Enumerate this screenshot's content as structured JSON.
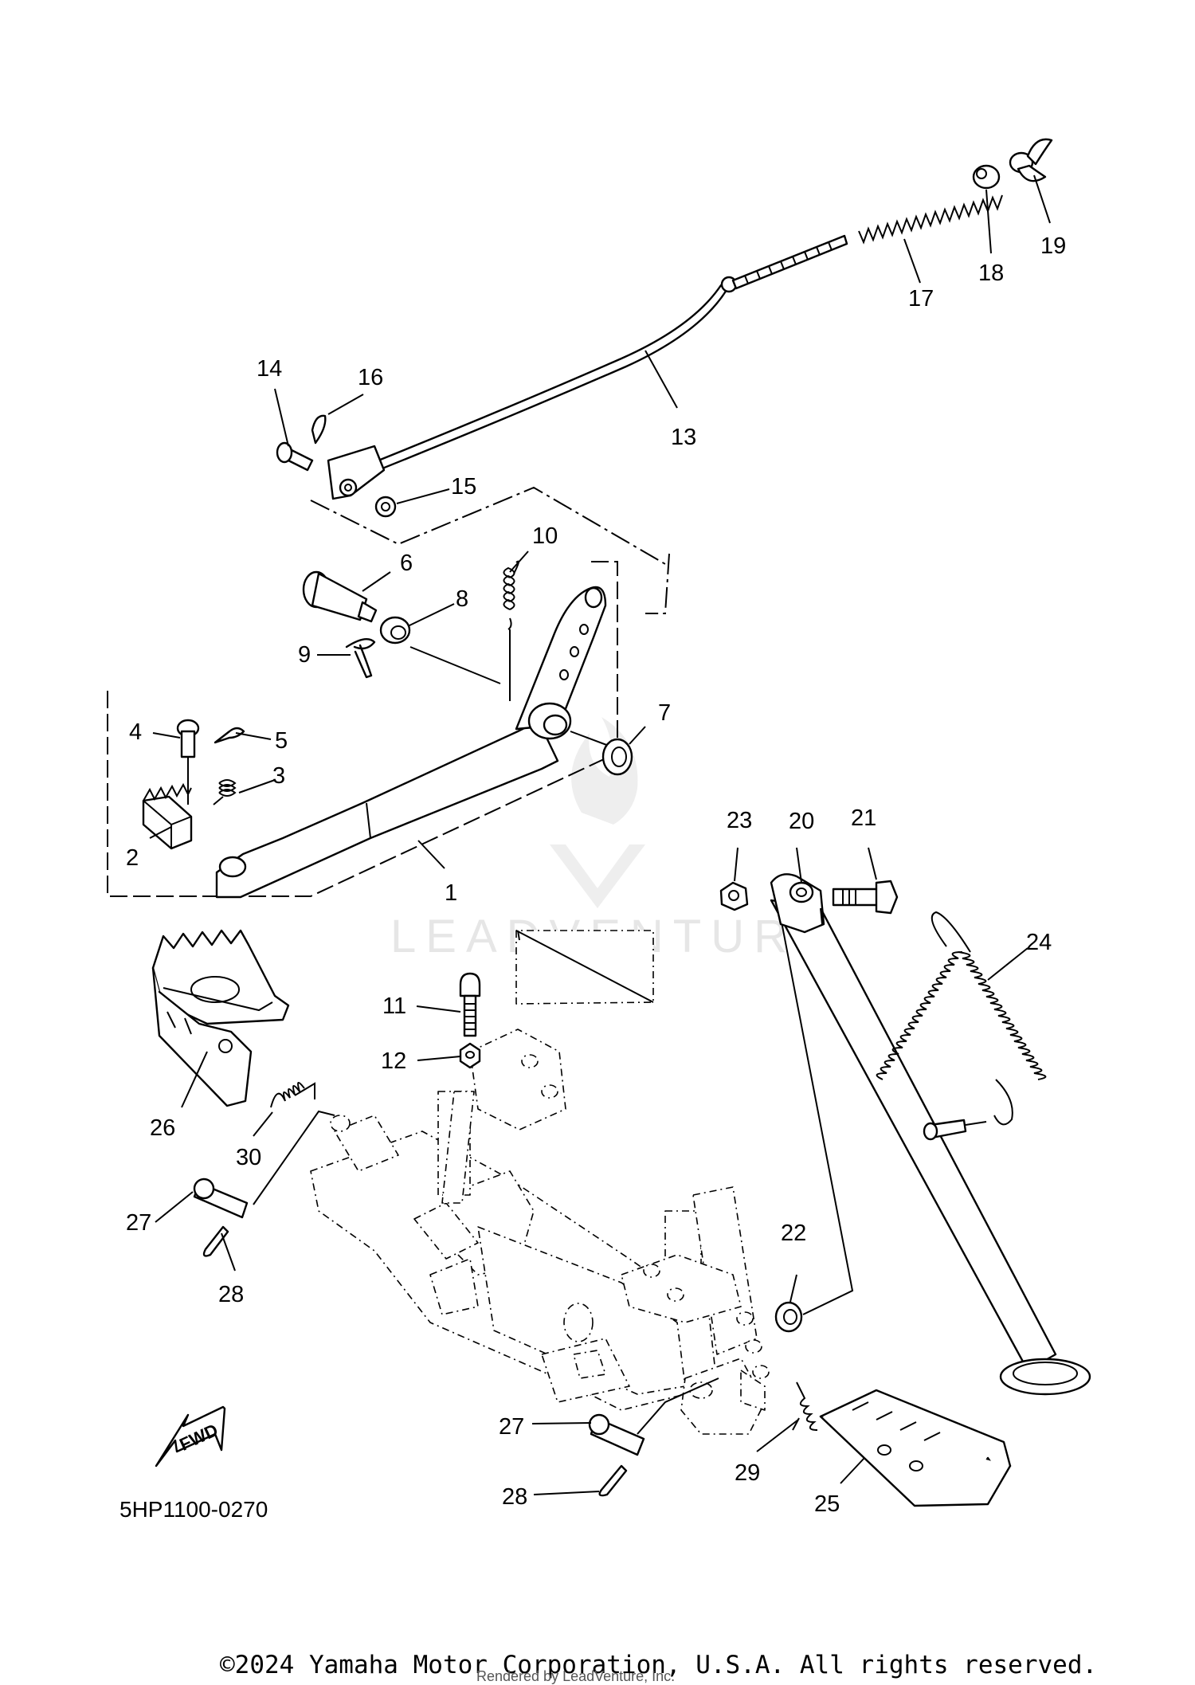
{
  "diagram": {
    "part_numbers": [
      "1",
      "2",
      "3",
      "4",
      "5",
      "6",
      "7",
      "8",
      "9",
      "10",
      "11",
      "12",
      "13",
      "14",
      "15",
      "16",
      "17",
      "18",
      "19",
      "20",
      "21",
      "22",
      "23",
      "24",
      "25",
      "26",
      "27",
      "28",
      "29",
      "30",
      "27",
      "28"
    ],
    "diagram_code": "5HP1100-0270",
    "fwd_label": "FWD",
    "watermark": "LEADVENTURE",
    "copyright": "©2024 Yamaha Motor Corporation, U.S.A. All rights reserved.",
    "credit": "Rendered by LeadVenture, Inc."
  }
}
